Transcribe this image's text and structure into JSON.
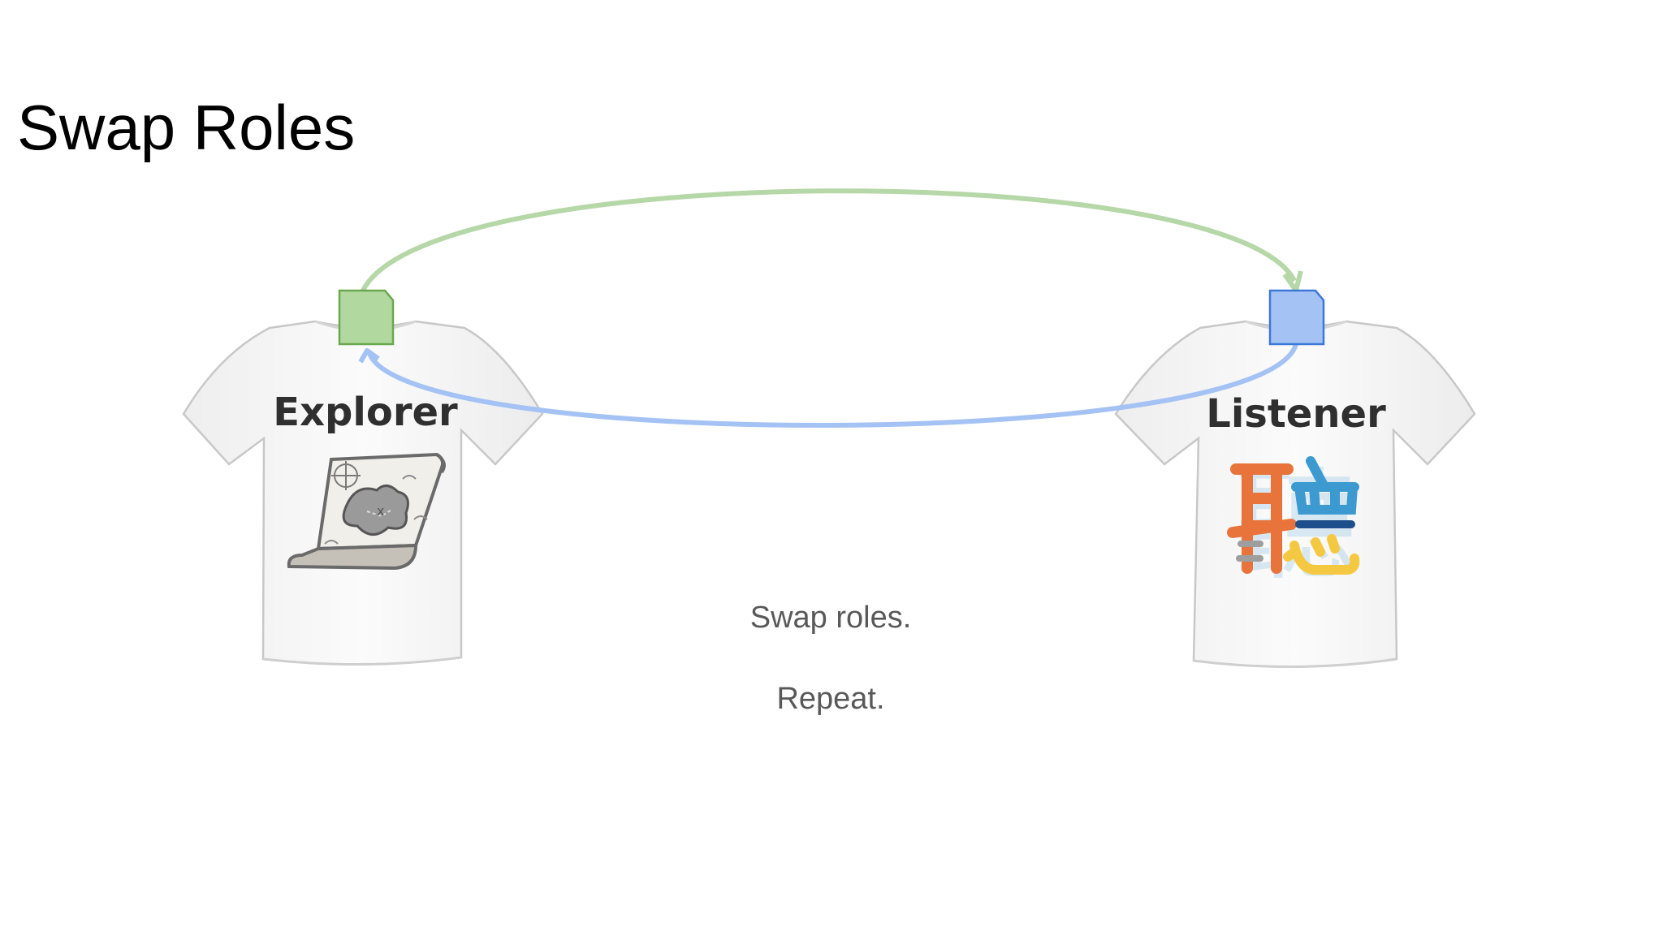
{
  "slide": {
    "title": "Swap Roles",
    "captions": [
      "Swap roles.",
      "Repeat."
    ]
  },
  "roles": [
    {
      "label": "Explorer",
      "marker_color": "#b1d89e",
      "marker_border": "#6aa84f",
      "icon": "treasure-map-icon"
    },
    {
      "label": "Listener",
      "marker_color": "#a4c2f4",
      "marker_border": "#3c78d8",
      "icon": "listen-character-icon"
    }
  ],
  "arrows": [
    {
      "from": "Explorer",
      "to": "Listener",
      "color": "#b6d7a8"
    },
    {
      "from": "Listener",
      "to": "Explorer",
      "color": "#a4c2f4"
    }
  ],
  "listen_glyph": "聽",
  "listen_glyph_colors": [
    "#e8743b",
    "#3d9ad1",
    "#1f4e8c",
    "#f5c842",
    "#9e9e9e"
  ]
}
